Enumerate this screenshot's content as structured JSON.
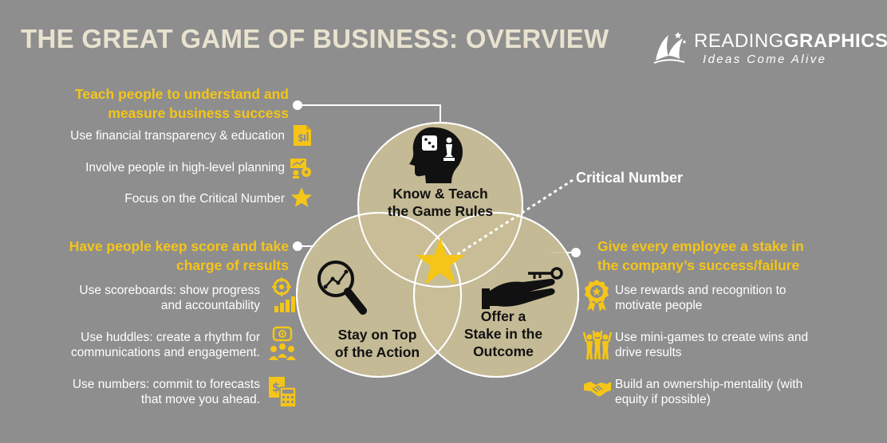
{
  "title": "THE GREAT GAME OF BUSINESS: OVERVIEW",
  "brand": {
    "name_light": "READING",
    "name_bold": "GRAPHICS",
    "tagline": "Ideas Come Alive"
  },
  "critical_label": "Critical Number",
  "circles": {
    "top": {
      "label_line1": "Know & Teach",
      "label_line2": "the Game Rules"
    },
    "left": {
      "label_line1": "Stay on Top",
      "label_line2": "of the Action"
    },
    "right": {
      "label_line1": "Offer a",
      "label_line2": "Stake in the",
      "label_line3": "Outcome"
    }
  },
  "section_top": {
    "heading_line1": "Teach people to understand and",
    "heading_line2": "measure business success",
    "items": [
      {
        "text": "Use financial transparency & education",
        "icon": "financial-document-icon"
      },
      {
        "text": "Involve people in high-level planning",
        "icon": "planning-icon"
      },
      {
        "text": "Focus on the Critical Number",
        "icon": "star-icon"
      }
    ]
  },
  "section_left": {
    "heading_line1": "Have people keep score and take",
    "heading_line2": "charge of results",
    "items": [
      {
        "line1": "Use scoreboards: show progress",
        "line2": "and accountability",
        "icon": "scoreboard-icon"
      },
      {
        "line1": "Use huddles: create a rhythm for",
        "line2": "communications and engagement.",
        "icon": "huddle-icon"
      },
      {
        "line1": "Use numbers: commit to forecasts",
        "line2": "that move you ahead.",
        "icon": "calculator-icon"
      }
    ]
  },
  "section_right": {
    "heading_line1": "Give every employee a stake in",
    "heading_line2": "the company’s success/failure",
    "items": [
      {
        "line1": "Use rewards and recognition to",
        "line2": "motivate people",
        "icon": "award-icon"
      },
      {
        "line1": "Use mini-games to create wins and",
        "line2": "drive results",
        "icon": "team-celebration-icon"
      },
      {
        "line1": "Build an ownership-mentality (with",
        "line2": "equity if possible)",
        "icon": "handshake-icon"
      }
    ]
  },
  "colors": {
    "background": "#8e8e8e",
    "circle_fill": "#c8bd96",
    "accent_yellow": "#f5c518",
    "title_color": "#e8e2cf"
  }
}
